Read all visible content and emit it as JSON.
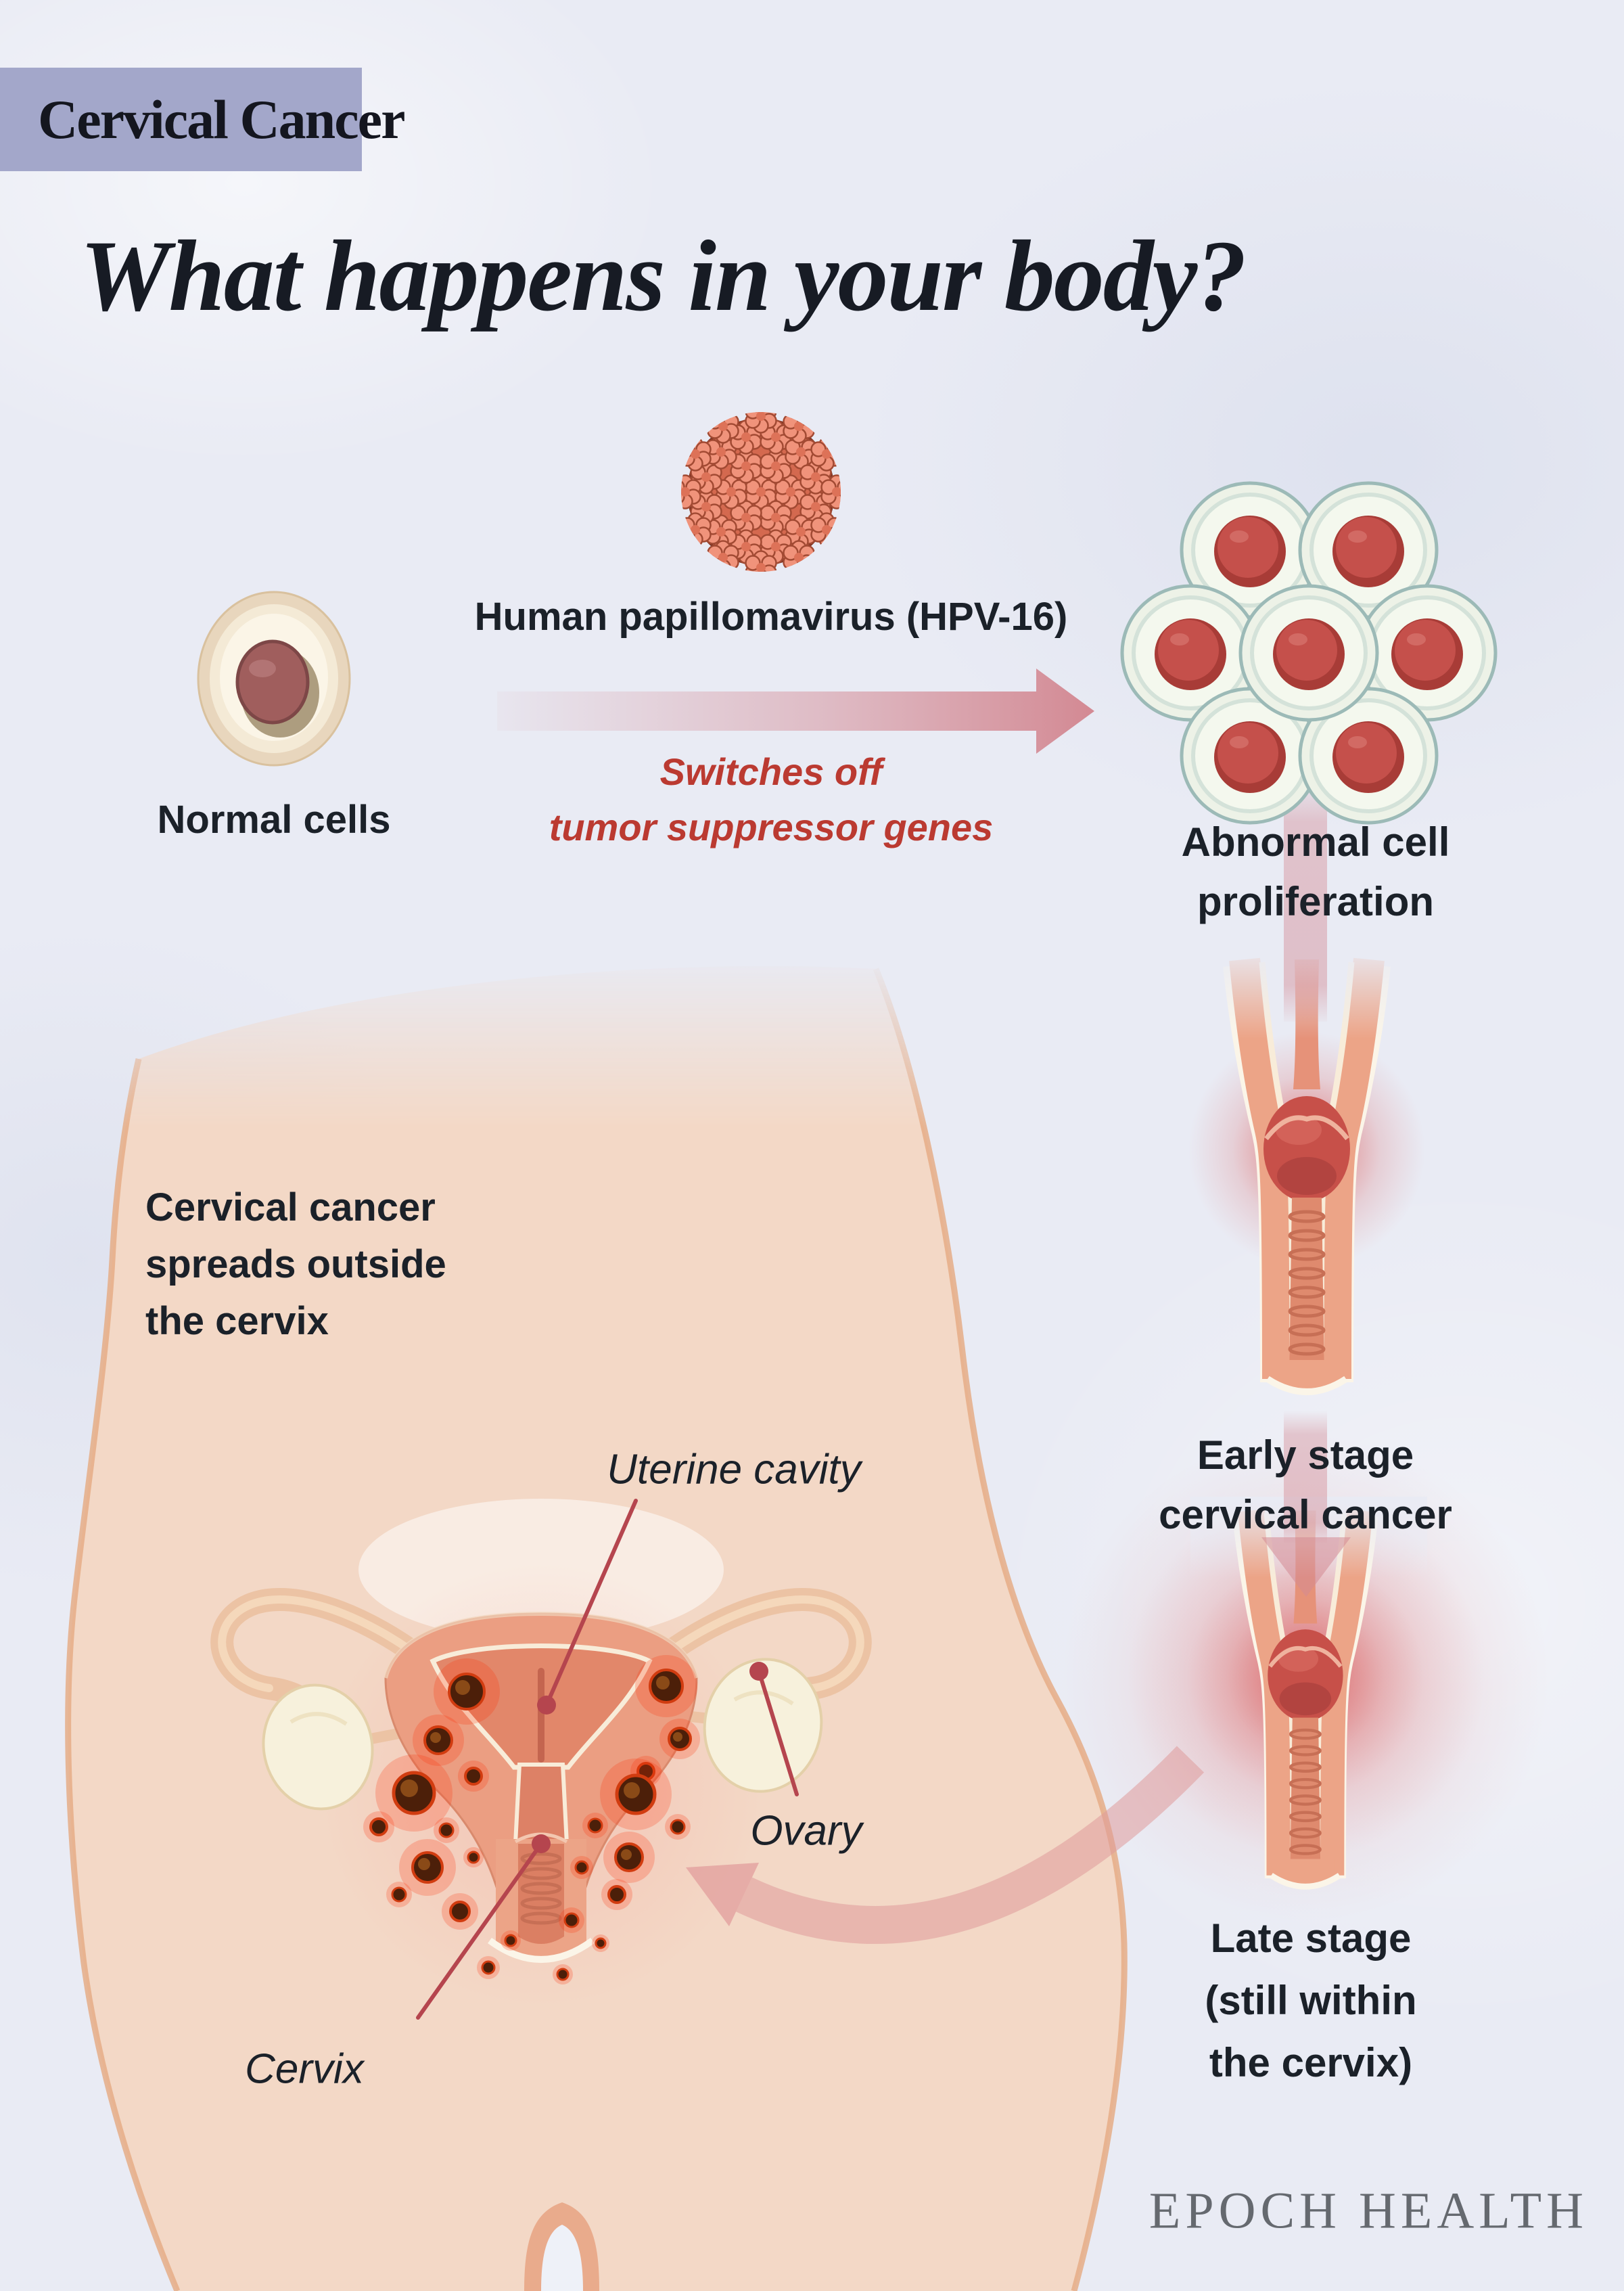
{
  "header": {
    "badge": "Cervical Cancer",
    "title": "What happens in your body?"
  },
  "top_flow": {
    "normal_cells_label": "Normal cells",
    "virus_label": "Human papillomavirus (HPV-16)",
    "virus_action_caption": "Switches off\ntumor suppressor genes",
    "abnormal_label": "Abnormal cell\nproliferation"
  },
  "stages": {
    "early_label": "Early stage\ncervical cancer",
    "late_label": "Late stage\n(still within\nthe cervix)"
  },
  "body_diagram": {
    "spread_note": "Cervical cancer\nspreads outside\nthe cervix",
    "labels": {
      "uterine_cavity": "Uterine cavity",
      "ovary": "Ovary",
      "cervix": "Cervix"
    }
  },
  "footer": {
    "brand": "EPOCH HEALTH"
  },
  "colors": {
    "background": "#e9ebf4",
    "badge_background": "#a3a7ca",
    "heading_text": "#171b24",
    "label_text": "#1b2129",
    "accent_red_text": "#bb3a31",
    "arrow_pink": "#d2848e",
    "skin": "#f3d8c6",
    "virus_coral": "#f0937b",
    "abnormal_cell_teal": "#9cbab7",
    "nucleus_red": "#c5504b",
    "glow_red": "#d95c5c",
    "leader_line_red": "#b5454e",
    "brand_gray": "#65696f"
  }
}
